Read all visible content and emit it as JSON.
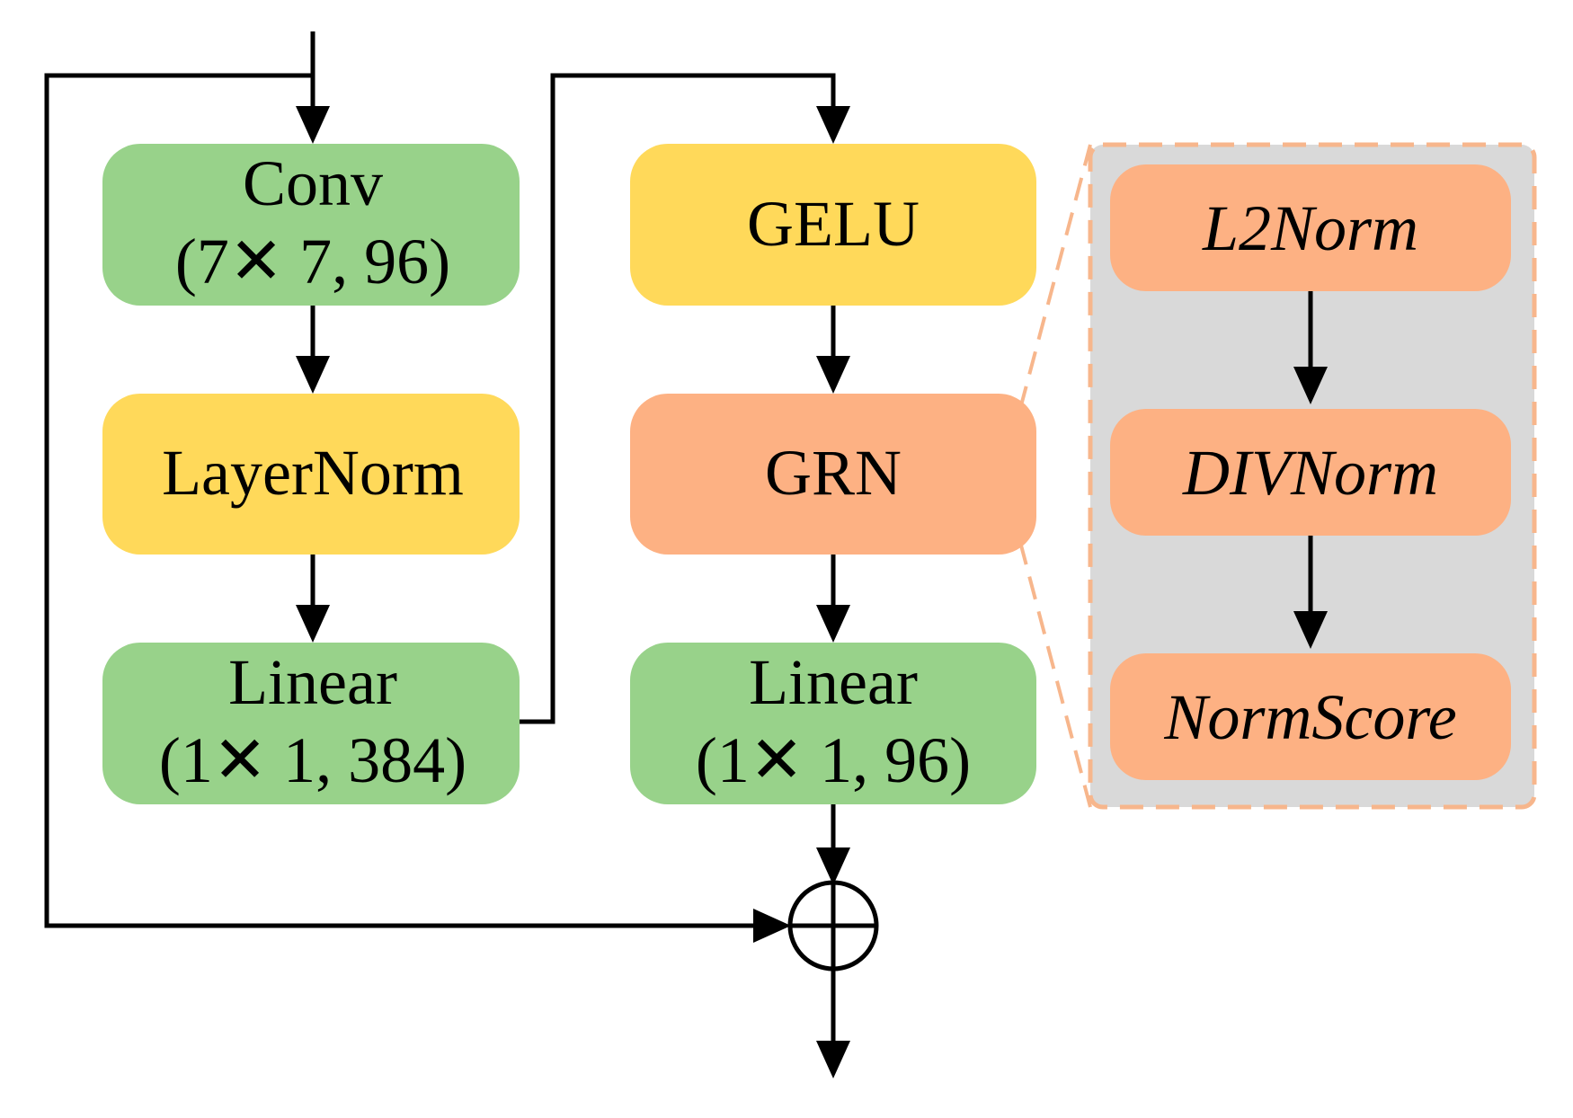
{
  "colors": {
    "green": "#98d28a",
    "yellow": "#ffd95a",
    "orange": "#fdb183",
    "panel": "#d9d9d9",
    "panel_border": "#f7b68c",
    "line": "#000000"
  },
  "left_column": {
    "conv": {
      "line1": "Conv",
      "line2": "(7✕ 7, 96)"
    },
    "layernorm": {
      "label": "LayerNorm"
    },
    "linear": {
      "line1": "Linear",
      "line2": "(1✕ 1, 384)"
    }
  },
  "middle_column": {
    "gelu": {
      "label": "GELU"
    },
    "grn": {
      "label": "GRN"
    },
    "linear": {
      "line1": "Linear",
      "line2": "(1✕ 1, 96)"
    }
  },
  "grn_detail": {
    "steps": [
      "L2Norm",
      "DIVNorm",
      "NormScore"
    ]
  },
  "adder": {
    "icon": "circled-plus-icon"
  }
}
